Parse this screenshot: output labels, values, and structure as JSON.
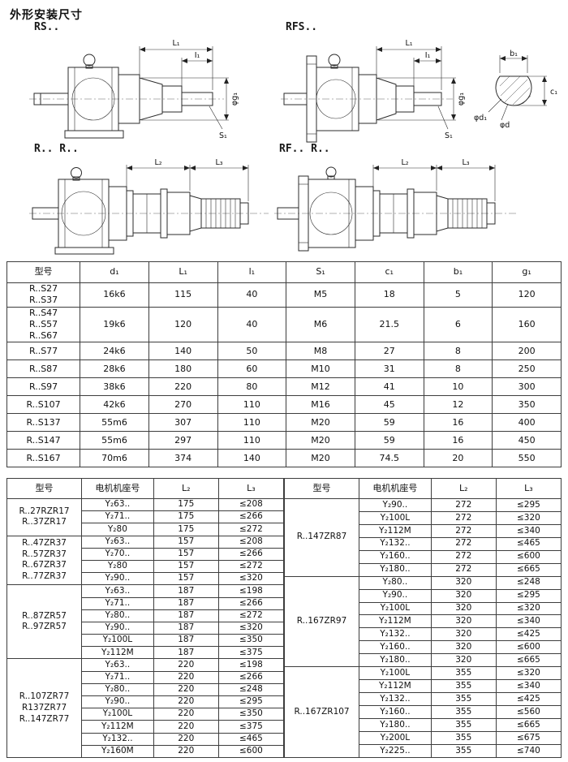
{
  "page": {
    "title": "外形安装尺寸"
  },
  "drawings": {
    "rs": {
      "label": "RS..",
      "dim_L1": "L₁",
      "dim_l1": "I₁",
      "dim_g1": "φg₁",
      "dim_S1": "S₁"
    },
    "rfs": {
      "label": "RFS..",
      "dim_L1": "L₁",
      "dim_l1": "I₁",
      "dim_g1": "φg₁",
      "dim_S1": "S₁"
    },
    "shaft_section": {
      "dim_b1": "b₁",
      "dim_c1": "c₁",
      "dim_d1": "φd₁",
      "dim_d": "φd"
    },
    "rr": {
      "label": "R.. R..",
      "dim_L2": "L₂",
      "dim_L3": "L₃"
    },
    "rfr": {
      "label": "RF.. R..",
      "dim_L2": "L₂",
      "dim_L3": "L₃"
    }
  },
  "table1": {
    "headers": [
      "型号",
      "d₁",
      "L₁",
      "l₁",
      "S₁",
      "c₁",
      "b₁",
      "g₁"
    ],
    "rows": [
      {
        "models": [
          "R..S27",
          "R..S37"
        ],
        "values": [
          "16k6",
          "115",
          "40",
          "M5",
          "18",
          "5",
          "120"
        ]
      },
      {
        "models": [
          "R..S47",
          "R..S57",
          "R..S67"
        ],
        "values": [
          "19k6",
          "120",
          "40",
          "M6",
          "21.5",
          "6",
          "160"
        ]
      },
      {
        "models": [
          "R..S77"
        ],
        "values": [
          "24k6",
          "140",
          "50",
          "M8",
          "27",
          "8",
          "200"
        ]
      },
      {
        "models": [
          "R..S87"
        ],
        "values": [
          "28k6",
          "180",
          "60",
          "M10",
          "31",
          "8",
          "250"
        ]
      },
      {
        "models": [
          "R..S97"
        ],
        "values": [
          "38k6",
          "220",
          "80",
          "M12",
          "41",
          "10",
          "300"
        ]
      },
      {
        "models": [
          "R..S107"
        ],
        "values": [
          "42k6",
          "270",
          "110",
          "M16",
          "45",
          "12",
          "350"
        ]
      },
      {
        "models": [
          "R..S137"
        ],
        "values": [
          "55m6",
          "307",
          "110",
          "M20",
          "59",
          "16",
          "400"
        ]
      },
      {
        "models": [
          "R..S147"
        ],
        "values": [
          "55m6",
          "297",
          "110",
          "M20",
          "59",
          "16",
          "450"
        ]
      },
      {
        "models": [
          "R..S167"
        ],
        "values": [
          "70m6",
          "374",
          "140",
          "M20",
          "74.5",
          "20",
          "550"
        ]
      }
    ]
  },
  "table2_left": {
    "headers": [
      "型号",
      "电机机座号",
      "L₂",
      "L₃"
    ],
    "groups": [
      {
        "models": [
          "R..27RZR17",
          "R..37ZR17"
        ],
        "rows": [
          [
            "Y₂63..",
            "175",
            "≤208"
          ],
          [
            "Y₂71..",
            "175",
            "≤266"
          ],
          [
            "Y₂80",
            "175",
            "≤272"
          ]
        ]
      },
      {
        "models": [
          "R..47ZR37",
          "R..57ZR37",
          "R..67ZR37",
          "R..77ZR37"
        ],
        "rows": [
          [
            "Y₂63..",
            "157",
            "≤208"
          ],
          [
            "Y₂70..",
            "157",
            "≤266"
          ],
          [
            "Y₂80",
            "157",
            "≤272"
          ],
          [
            "Y₂90..",
            "157",
            "≤320"
          ]
        ]
      },
      {
        "models": [
          "R..87ZR57",
          "R..97ZR57"
        ],
        "rows": [
          [
            "Y₂63..",
            "187",
            "≤198"
          ],
          [
            "Y₂71..",
            "187",
            "≤266"
          ],
          [
            "Y₂80..",
            "187",
            "≤272"
          ],
          [
            "Y₂90..",
            "187",
            "≤320"
          ],
          [
            "Y₂100L",
            "187",
            "≤350"
          ],
          [
            "Y₂112M",
            "187",
            "≤375"
          ]
        ]
      },
      {
        "models": [
          "R..107ZR77",
          "R137ZR77",
          "R..147ZR77"
        ],
        "rows": [
          [
            "Y₂63..",
            "220",
            "≤198"
          ],
          [
            "Y₂71..",
            "220",
            "≤266"
          ],
          [
            "Y₂80..",
            "220",
            "≤248"
          ],
          [
            "Y₂90..",
            "220",
            "≤295"
          ],
          [
            "Y₂100L",
            "220",
            "≤350"
          ],
          [
            "Y₂112M",
            "220",
            "≤375"
          ],
          [
            "Y₂132..",
            "220",
            "≤465"
          ],
          [
            "Y₂160M",
            "220",
            "≤600"
          ]
        ]
      }
    ]
  },
  "table2_right": {
    "headers": [
      "型号",
      "电机机座号",
      "L₂",
      "L₃"
    ],
    "groups": [
      {
        "models": [
          "R..147ZR87"
        ],
        "rows": [
          [
            "Y₂90..",
            "272",
            "≤295"
          ],
          [
            "Y₂100L",
            "272",
            "≤320"
          ],
          [
            "Y₂112M",
            "272",
            "≤340"
          ],
          [
            "Y₂132..",
            "272",
            "≤465"
          ],
          [
            "Y₂160..",
            "272",
            "≤600"
          ],
          [
            "Y₂180..",
            "272",
            "≤665"
          ]
        ]
      },
      {
        "models": [
          "R..167ZR97"
        ],
        "rows": [
          [
            "Y₂80..",
            "320",
            "≤248"
          ],
          [
            "Y₂90..",
            "320",
            "≤295"
          ],
          [
            "Y₂100L",
            "320",
            "≤320"
          ],
          [
            "Y₂112M",
            "320",
            "≤340"
          ],
          [
            "Y₂132..",
            "320",
            "≤425"
          ],
          [
            "Y₂160..",
            "320",
            "≤600"
          ],
          [
            "Y₂180..",
            "320",
            "≤665"
          ]
        ]
      },
      {
        "models": [
          "R..167ZR107"
        ],
        "rows": [
          [
            "Y₂100L",
            "355",
            "≤320"
          ],
          [
            "Y₂112M",
            "355",
            "≤340"
          ],
          [
            "Y₂132..",
            "355",
            "≤425"
          ],
          [
            "Y₂160..",
            "355",
            "≤560"
          ],
          [
            "Y₂180..",
            "355",
            "≤665"
          ],
          [
            "Y₂200L",
            "355",
            "≤675"
          ],
          [
            "Y₂225..",
            "355",
            "≤740"
          ]
        ]
      }
    ]
  }
}
